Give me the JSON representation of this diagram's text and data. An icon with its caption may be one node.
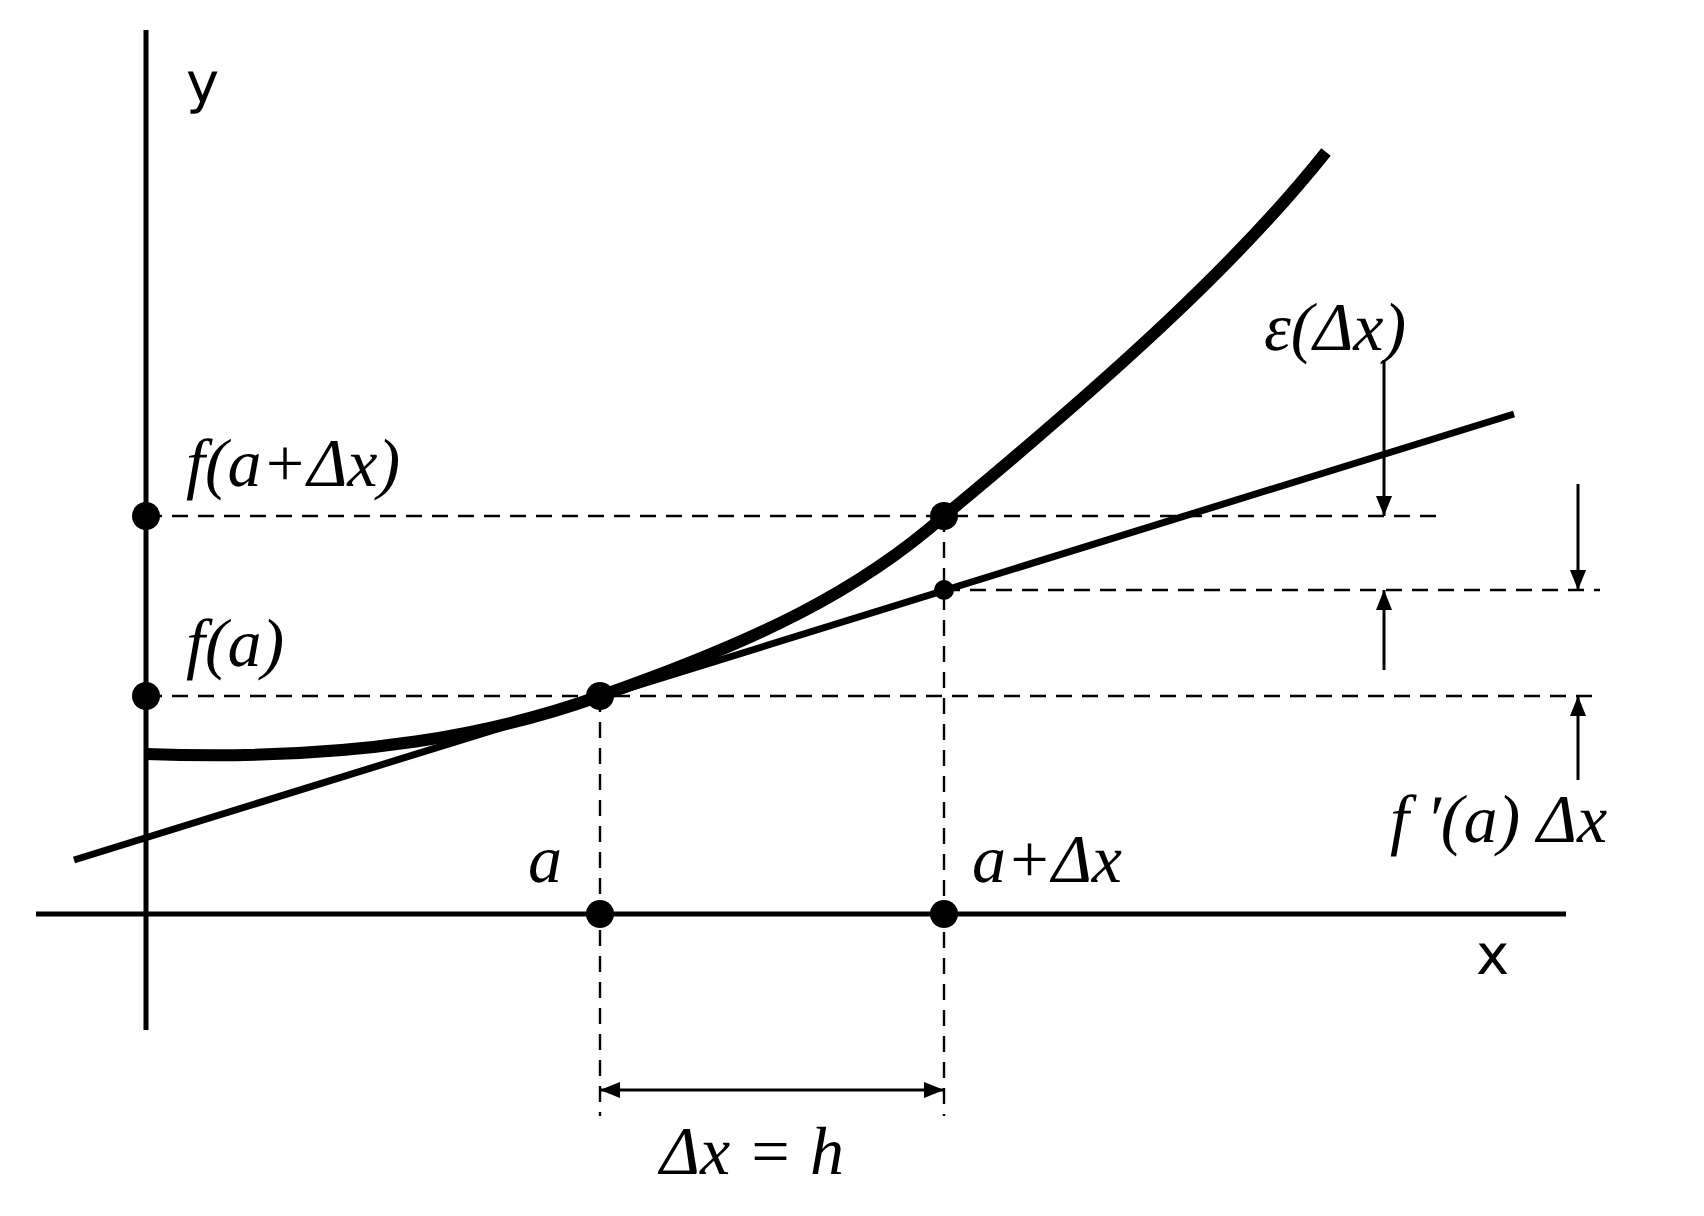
{
  "diagram": {
    "labels": [
      "y",
      "ε(Δx)",
      "f(a+Δx)",
      "f(a)",
      "f ′(a) Δx",
      "a",
      "a+Δx",
      "x",
      "Δx = h"
    ]
  }
}
